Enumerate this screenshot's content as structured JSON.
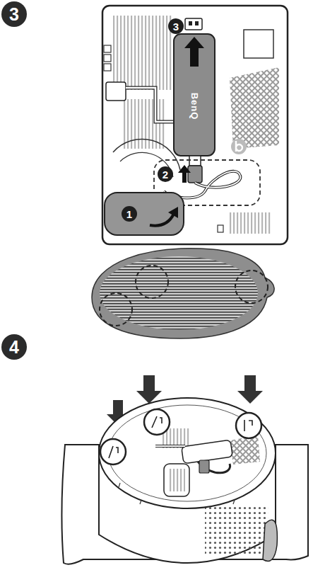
{
  "diagram": {
    "labels": [
      "3",
      "3",
      "BenQ",
      "2",
      "1",
      "4"
    ]
  }
}
